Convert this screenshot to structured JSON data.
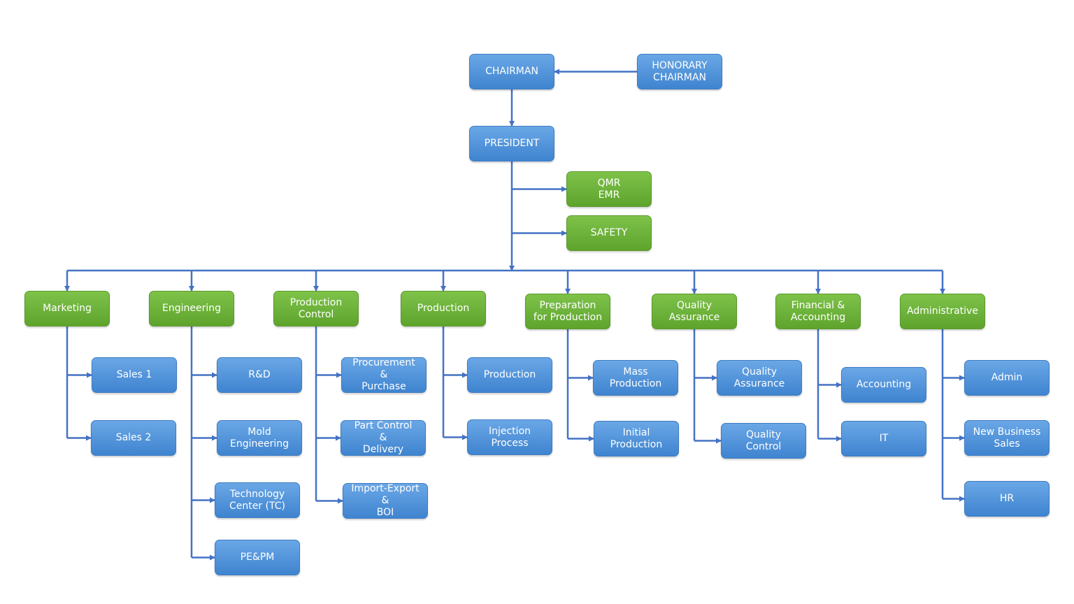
{
  "colors": {
    "connector": "#4472c4",
    "blue_box": "#4a8bd6",
    "green_box": "#6db33f"
  },
  "nodes": [
    {
      "id": "chairman",
      "label": "CHAIRMAN",
      "kind": "blue"
    },
    {
      "id": "honorary",
      "label": "HONORARY\nCHAIRMAN",
      "kind": "blue"
    },
    {
      "id": "president",
      "label": "PRESIDENT",
      "kind": "blue"
    },
    {
      "id": "qmr",
      "label": "QMR\nEMR",
      "kind": "green"
    },
    {
      "id": "safety",
      "label": "SAFETY",
      "kind": "green"
    },
    {
      "id": "marketing",
      "label": "Marketing",
      "kind": "green"
    },
    {
      "id": "engineering",
      "label": "Engineering",
      "kind": "green"
    },
    {
      "id": "prodctrl",
      "label": "Production\nControl",
      "kind": "green"
    },
    {
      "id": "production",
      "label": "Production",
      "kind": "green"
    },
    {
      "id": "prep",
      "label": "Preparation\nfor Production",
      "kind": "green"
    },
    {
      "id": "qa",
      "label": "Quality\nAssurance",
      "kind": "green"
    },
    {
      "id": "finance",
      "label": "Financial &\nAccounting",
      "kind": "green"
    },
    {
      "id": "admin",
      "label": "Administrative",
      "kind": "green"
    },
    {
      "id": "sales1",
      "label": "Sales 1",
      "kind": "blue"
    },
    {
      "id": "sales2",
      "label": "Sales 2",
      "kind": "blue"
    },
    {
      "id": "rnd",
      "label": "R&D",
      "kind": "blue"
    },
    {
      "id": "mold",
      "label": "Mold\nEngineering",
      "kind": "blue"
    },
    {
      "id": "tc",
      "label": "Technology\nCenter (TC)",
      "kind": "blue"
    },
    {
      "id": "pepm",
      "label": "PE&PM",
      "kind": "blue"
    },
    {
      "id": "procure",
      "label": "Procurement\n&\nPurchase",
      "kind": "blue"
    },
    {
      "id": "partctrl",
      "label": "Part Control\n&\nDelivery",
      "kind": "blue"
    },
    {
      "id": "impexp",
      "label": "Import-Export\n&\nBOI",
      "kind": "blue"
    },
    {
      "id": "prod2",
      "label": "Production",
      "kind": "blue"
    },
    {
      "id": "inject",
      "label": "Injection\nProcess",
      "kind": "blue"
    },
    {
      "id": "mass",
      "label": "Mass\nProduction",
      "kind": "blue"
    },
    {
      "id": "initial",
      "label": "Initial\nProduction",
      "kind": "blue"
    },
    {
      "id": "qa2",
      "label": "Quality\nAssurance",
      "kind": "blue"
    },
    {
      "id": "qc",
      "label": "Quality\nControl",
      "kind": "blue"
    },
    {
      "id": "accounting",
      "label": "Accounting",
      "kind": "blue"
    },
    {
      "id": "it",
      "label": "IT",
      "kind": "blue"
    },
    {
      "id": "adminsub",
      "label": "Admin",
      "kind": "blue"
    },
    {
      "id": "nbs",
      "label": "New Business\nSales",
      "kind": "blue"
    },
    {
      "id": "hr",
      "label": "HR",
      "kind": "blue"
    }
  ],
  "edges": [
    {
      "from": "honorary",
      "to": "chairman"
    },
    {
      "from": "chairman",
      "to": "president"
    },
    {
      "from": "president",
      "to": "qmr"
    },
    {
      "from": "president",
      "to": "safety"
    },
    {
      "from": "president",
      "to": "marketing"
    },
    {
      "from": "president",
      "to": "engineering"
    },
    {
      "from": "president",
      "to": "prodctrl"
    },
    {
      "from": "president",
      "to": "production"
    },
    {
      "from": "president",
      "to": "prep"
    },
    {
      "from": "president",
      "to": "qa"
    },
    {
      "from": "president",
      "to": "finance"
    },
    {
      "from": "president",
      "to": "admin"
    },
    {
      "from": "marketing",
      "to": "sales1"
    },
    {
      "from": "marketing",
      "to": "sales2"
    },
    {
      "from": "engineering",
      "to": "rnd"
    },
    {
      "from": "engineering",
      "to": "mold"
    },
    {
      "from": "engineering",
      "to": "tc"
    },
    {
      "from": "engineering",
      "to": "pepm"
    },
    {
      "from": "prodctrl",
      "to": "procure"
    },
    {
      "from": "prodctrl",
      "to": "partctrl"
    },
    {
      "from": "prodctrl",
      "to": "impexp"
    },
    {
      "from": "production",
      "to": "prod2"
    },
    {
      "from": "production",
      "to": "inject"
    },
    {
      "from": "prep",
      "to": "mass"
    },
    {
      "from": "prep",
      "to": "initial"
    },
    {
      "from": "qa",
      "to": "qa2"
    },
    {
      "from": "qa",
      "to": "qc"
    },
    {
      "from": "finance",
      "to": "accounting"
    },
    {
      "from": "finance",
      "to": "it"
    },
    {
      "from": "admin",
      "to": "adminsub"
    },
    {
      "from": "admin",
      "to": "nbs"
    },
    {
      "from": "admin",
      "to": "hr"
    }
  ]
}
